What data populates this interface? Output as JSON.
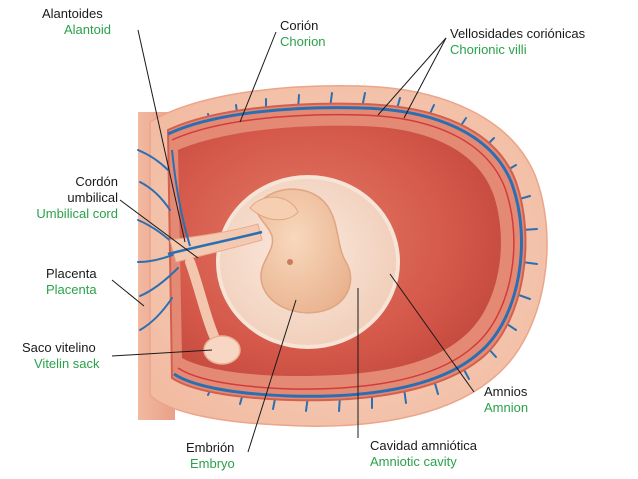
{
  "colors": {
    "background": "#ffffff",
    "tissue_outer": "#f5c9b0",
    "tissue_mid": "#f0a58c",
    "chorion_band": "#d9705c",
    "cavity_red": "#d9604e",
    "amnion_fill": "#f4d6c4",
    "embryo": "#f2c29f",
    "vessel_blue": "#2b6fb3",
    "vessel_red": "#d23b3b",
    "label_spanish": "#1a1a1a",
    "label_english": "#2aa24a"
  },
  "labels": {
    "allantois": {
      "es": "Alantoides",
      "en": "Alantoid"
    },
    "chorion": {
      "es": "Corión",
      "en": "Chorion"
    },
    "chorionic_villi": {
      "es": "Vellosidades coriónicas",
      "en": "Chorionic villi"
    },
    "umbilical_cord": {
      "es_line1": "Cordón",
      "es_line2": "umbilical",
      "en": "Umbilical cord"
    },
    "placenta": {
      "es": "Placenta",
      "en": "Placenta"
    },
    "yolk_sac": {
      "es": "Saco vitelino",
      "en": "Vitelin sack"
    },
    "amnion": {
      "es": "Amnios",
      "en": "Amnion"
    },
    "embryo": {
      "es": "Embrión",
      "en": "Embryo"
    },
    "amniotic_cavity": {
      "es": "Cavidad amniótica",
      "en": "Amniotic cavity"
    }
  }
}
